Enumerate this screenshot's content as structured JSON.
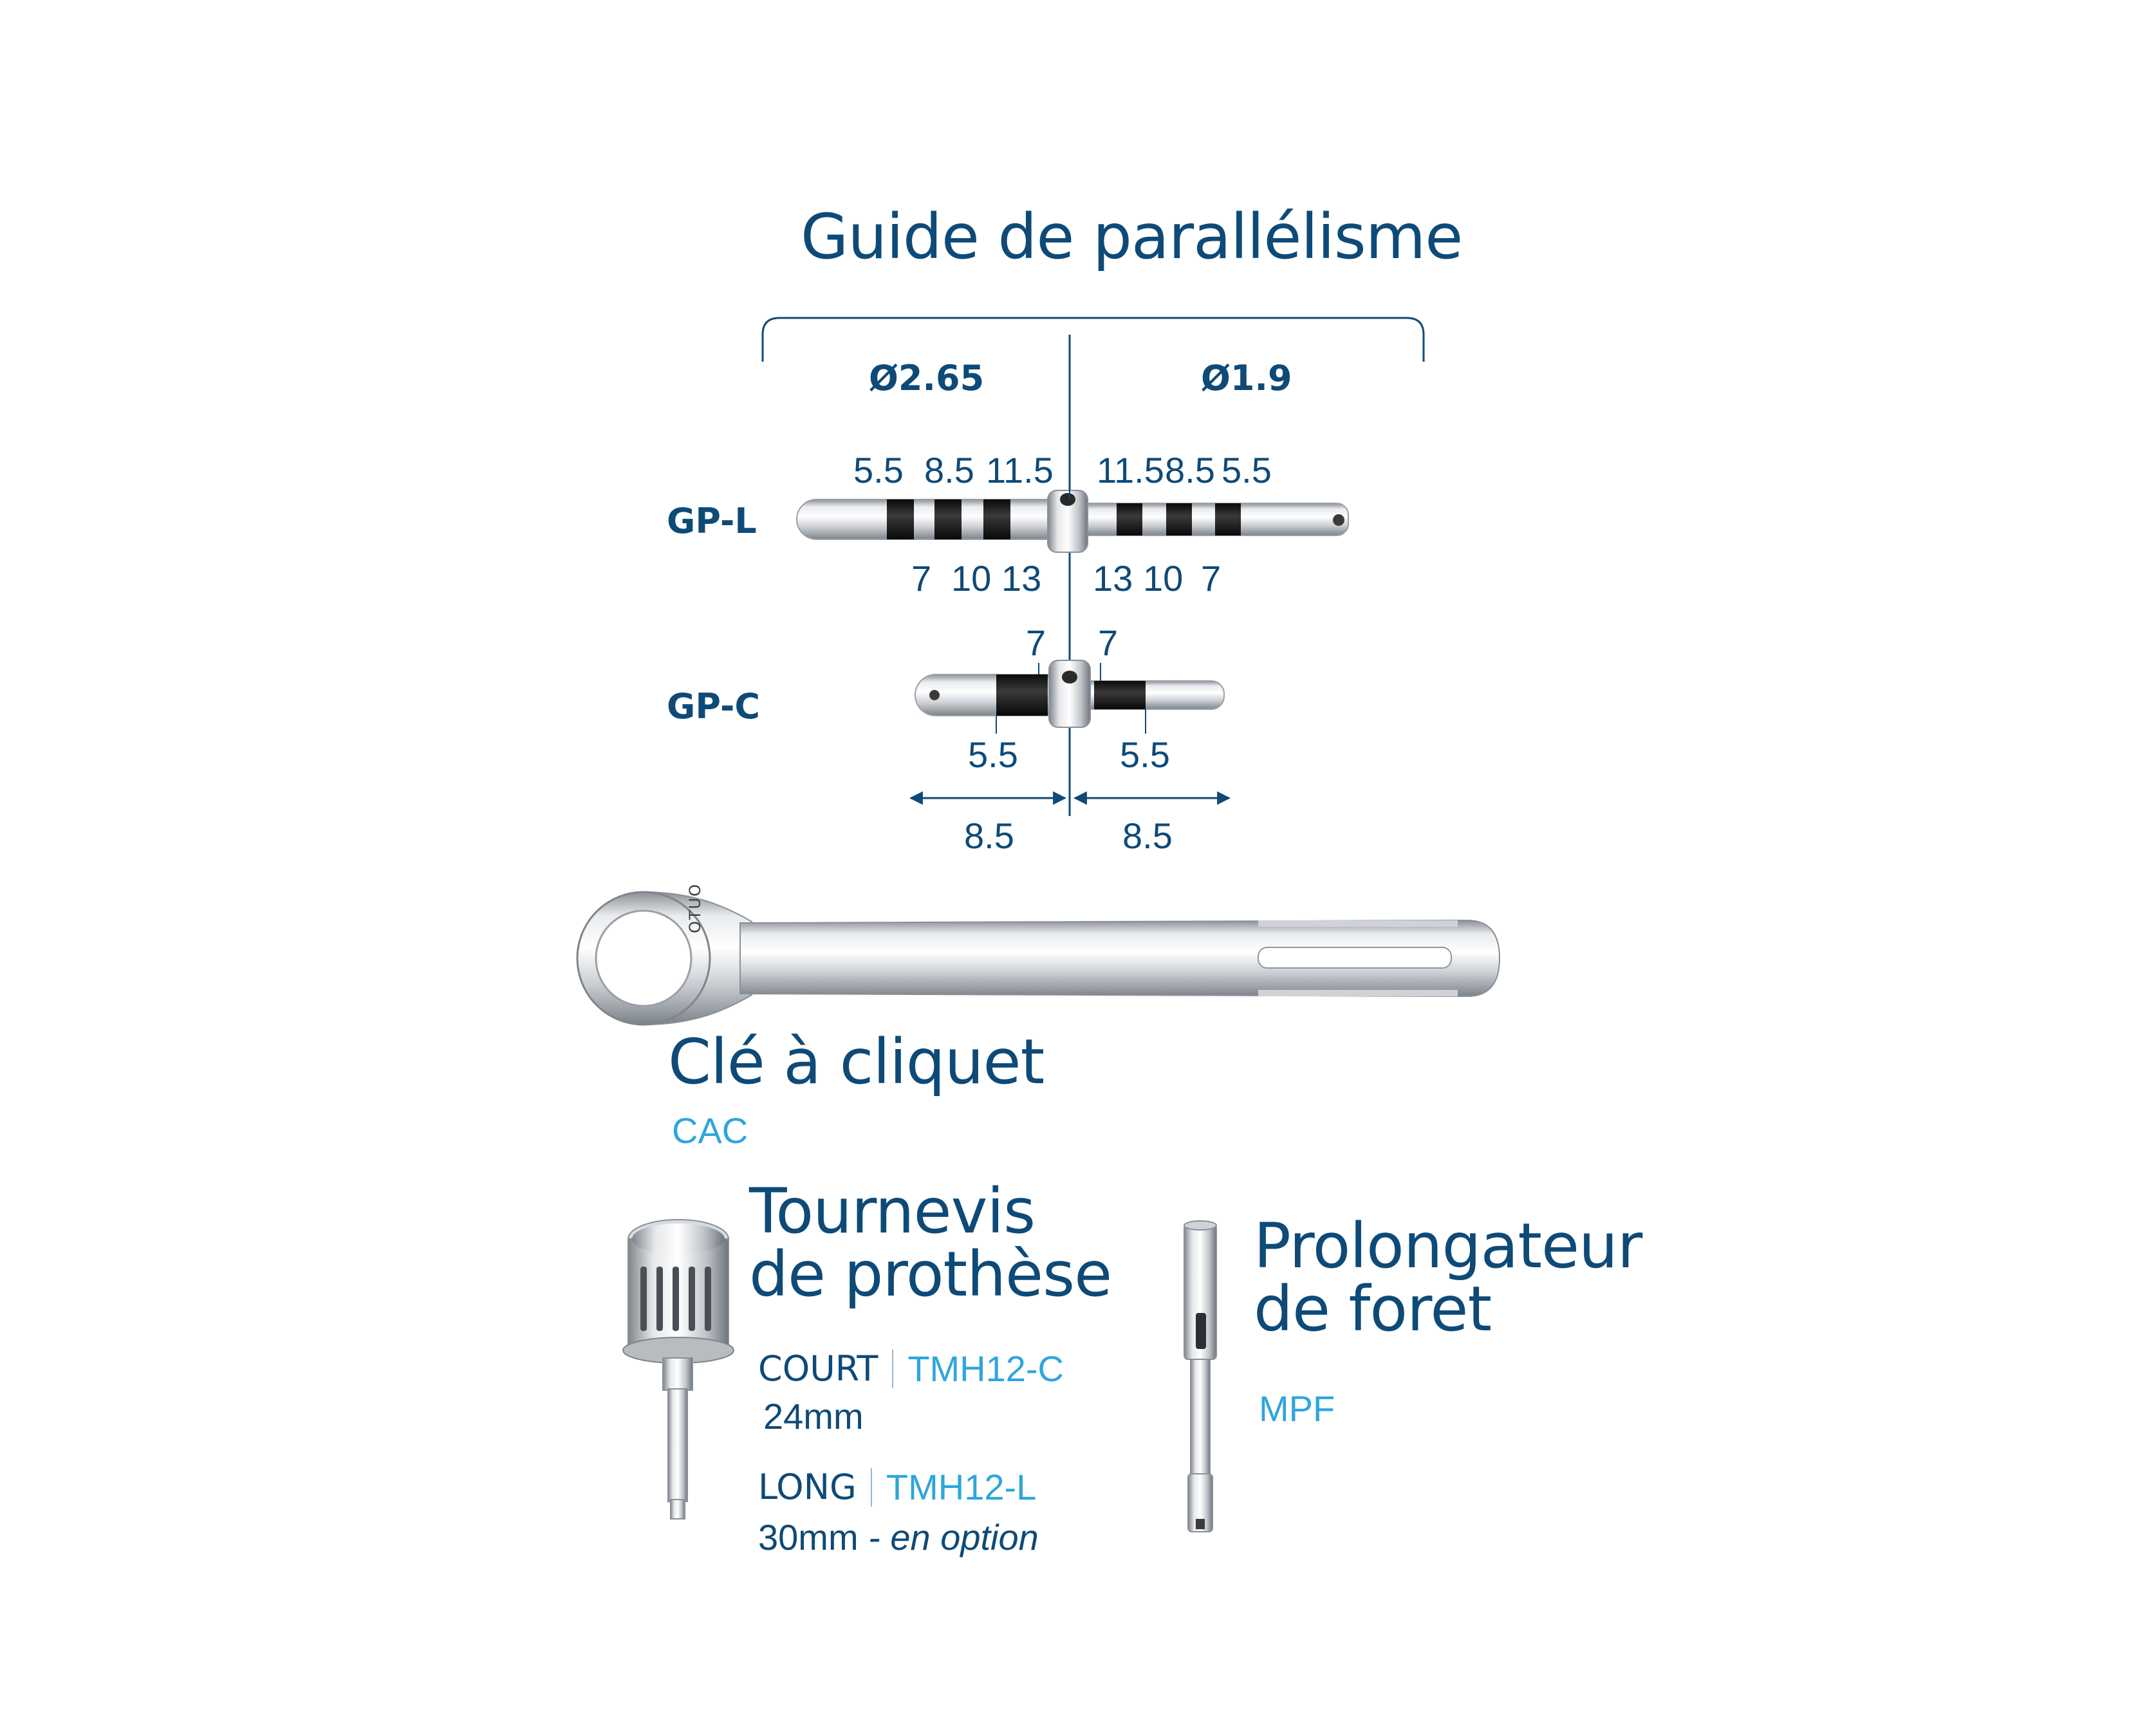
{
  "guide": {
    "title": "Guide de parallélisme",
    "diam_left": "Ø2.65",
    "diam_right": "Ø1.9",
    "gpl": {
      "label": "GP-L",
      "left_top": [
        "5.5",
        "8.5",
        "11.5"
      ],
      "right_top": [
        "11.5",
        "8.5",
        "5.5"
      ],
      "left_bottom": [
        "7",
        "10",
        "13"
      ],
      "right_bottom": [
        "13",
        "10",
        "7"
      ]
    },
    "gpc": {
      "label": "GP-C",
      "top_left": "7",
      "top_right": "7",
      "bottom_left": "5.5",
      "bottom_right": "5.5"
    },
    "dims": {
      "left": "8.5",
      "right": "8.5"
    }
  },
  "cle": {
    "title": "Clé à cliquet",
    "code": "CAC",
    "logo_text": "OTUO"
  },
  "tournevis": {
    "title_line1": "Tournevis",
    "title_line2": "de prothèse",
    "court_label": "COURT",
    "court_code": "TMH12-C",
    "court_size": "24mm",
    "long_label": "LONG",
    "long_code": "TMH12-L",
    "long_size": "30mm",
    "long_option": " - en option"
  },
  "prolongateur": {
    "title_line1": "Prolongateur",
    "title_line2": "de foret",
    "code": "MPF"
  },
  "colors": {
    "navy": "#0e4a78",
    "cyan": "#2ea6dc",
    "steel_light": "#f2f3f5",
    "steel_dark": "#8d9399",
    "band": "#1a1a1a"
  }
}
